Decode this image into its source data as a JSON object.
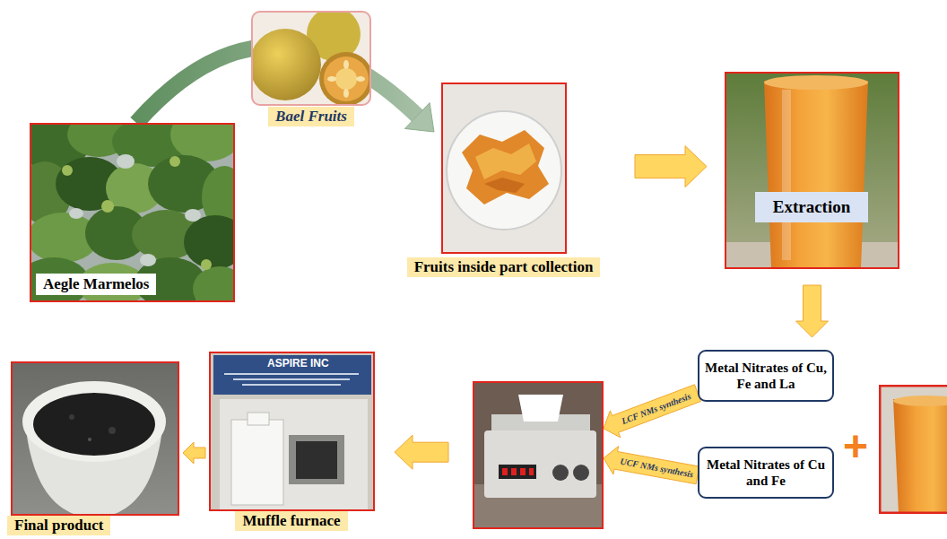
{
  "diagram": {
    "nodes": [
      {
        "text": [
          "Aegle Marmelos"
        ]
      },
      {
        "text": [
          "Bael Fruits"
        ]
      },
      {
        "text": [
          "Fruits inside part collection"
        ]
      },
      {
        "text": [
          "Extraction"
        ]
      },
      {
        "text": [
          "Metal Nitrates of Cu, Fe and La"
        ]
      },
      {
        "text": [
          "Metal Nitrates of Cu and Fe"
        ]
      },
      {
        "text": []
      },
      {
        "text": [
          "Muffle furnace"
        ]
      },
      {
        "text": [
          "Final product"
        ]
      }
    ],
    "edges": [
      {
        "from": 0,
        "to": 2,
        "arrow": "to"
      },
      {
        "from": 2,
        "to": 3,
        "arrow": "to"
      },
      {
        "from": 3,
        "to": 4,
        "arrow": "to"
      },
      {
        "from": 4,
        "to": 6,
        "label": "LCF NMs synthesis",
        "arrow": "to"
      },
      {
        "from": 5,
        "to": 6,
        "label": "UCF NMs synthesis",
        "arrow": "to"
      },
      {
        "from": 6,
        "to": 7,
        "arrow": "to"
      },
      {
        "from": 7,
        "to": 8,
        "arrow": "to"
      }
    ],
    "labels": [
      "+",
      "ASPIRE INC"
    ]
  }
}
